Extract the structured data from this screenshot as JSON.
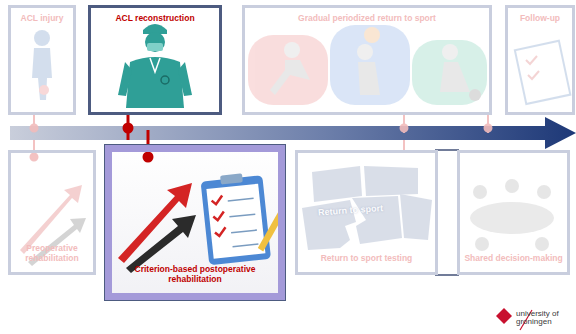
{
  "diagram": {
    "nodes": [
      {
        "text": [
          "ACL injury"
        ]
      },
      {
        "text": [
          "ACL reconstruction"
        ]
      },
      {
        "text": [
          "Gradual periodized return to sport"
        ]
      },
      {
        "text": [
          "Follow-up"
        ]
      },
      {
        "text": [
          "Preoperative rehabilitation"
        ]
      },
      {
        "text": [
          "Criterion-based postoperative rehabilitation"
        ]
      },
      {
        "text": [
          "Return to sport testing"
        ]
      },
      {
        "text": [
          "Shared decision-making"
        ]
      }
    ],
    "labels": [
      "Return to sport",
      "university of groningen"
    ]
  }
}
